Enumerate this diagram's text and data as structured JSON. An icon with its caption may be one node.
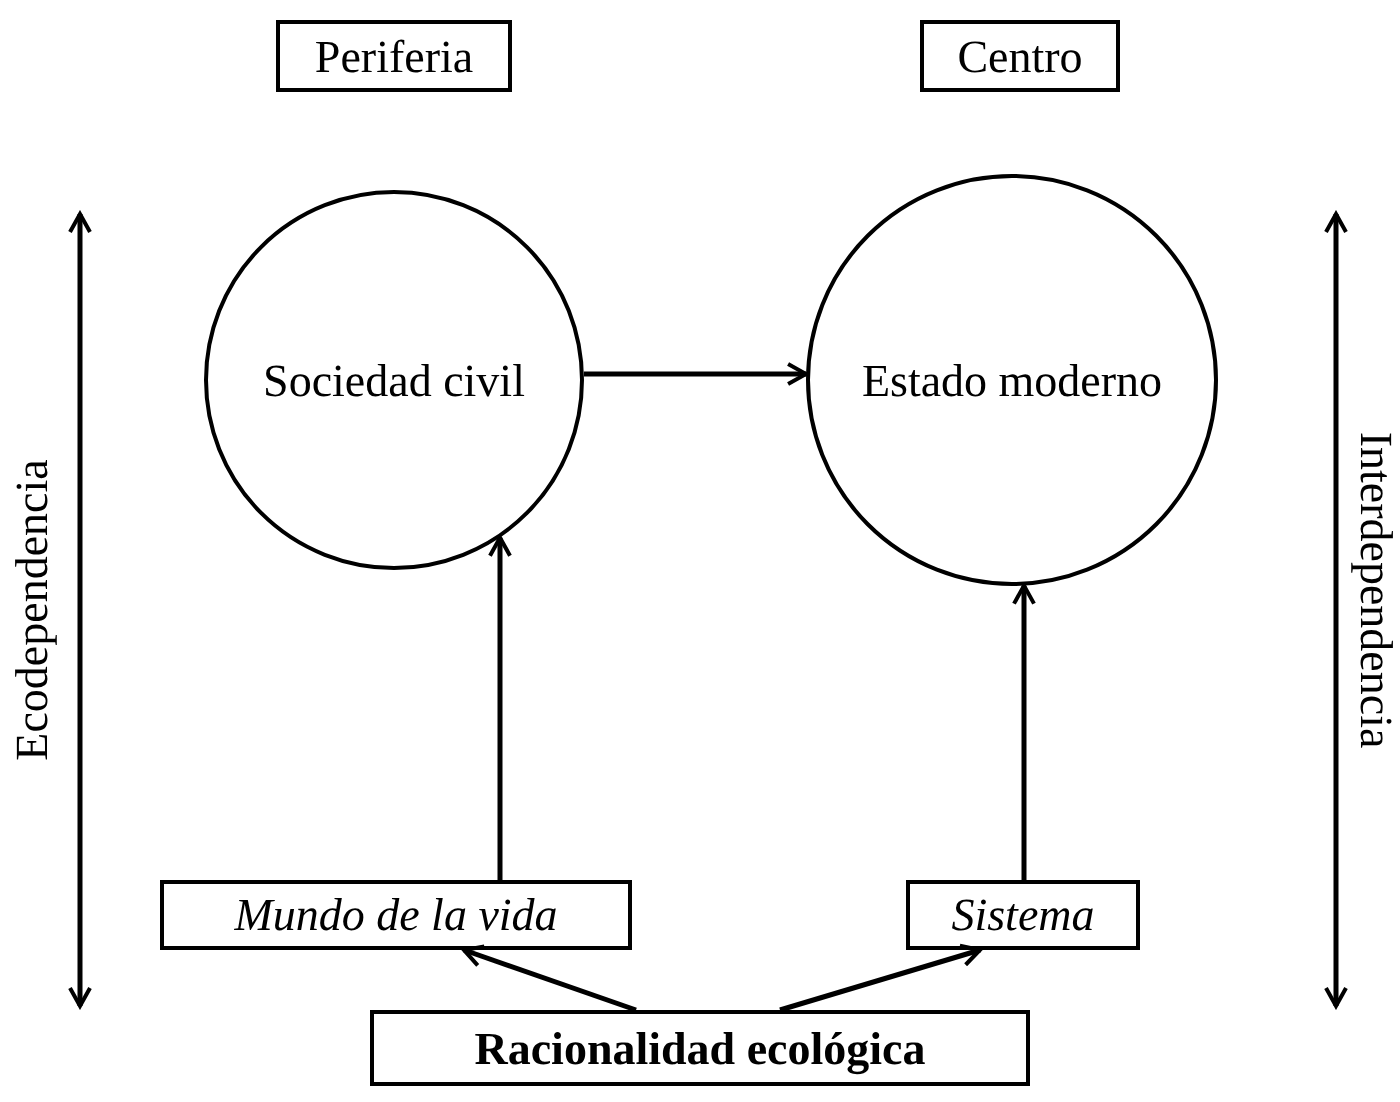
{
  "diagram": {
    "nodes": [
      {
        "text": [
          "Periferia"
        ]
      },
      {
        "text": [
          "Centro"
        ]
      },
      {
        "text": [
          "Sociedad civil"
        ]
      },
      {
        "text": [
          "Estado moderno"
        ]
      },
      {
        "text": [
          "Mundo de la vida"
        ]
      },
      {
        "text": [
          "Sistema"
        ]
      },
      {
        "text": [
          "Racionalidad ecológica"
        ]
      }
    ],
    "edges": [
      {
        "from": 2,
        "to": 3,
        "arrow": "to"
      },
      {
        "from": 4,
        "to": 2,
        "arrow": "to"
      },
      {
        "from": 5,
        "to": 3,
        "arrow": "to"
      },
      {
        "from": 6,
        "to": 4,
        "arrow": "to"
      },
      {
        "from": 6,
        "to": 5,
        "arrow": "to"
      }
    ],
    "labels": [
      "Ecodependencia",
      "Interdependencia"
    ]
  }
}
